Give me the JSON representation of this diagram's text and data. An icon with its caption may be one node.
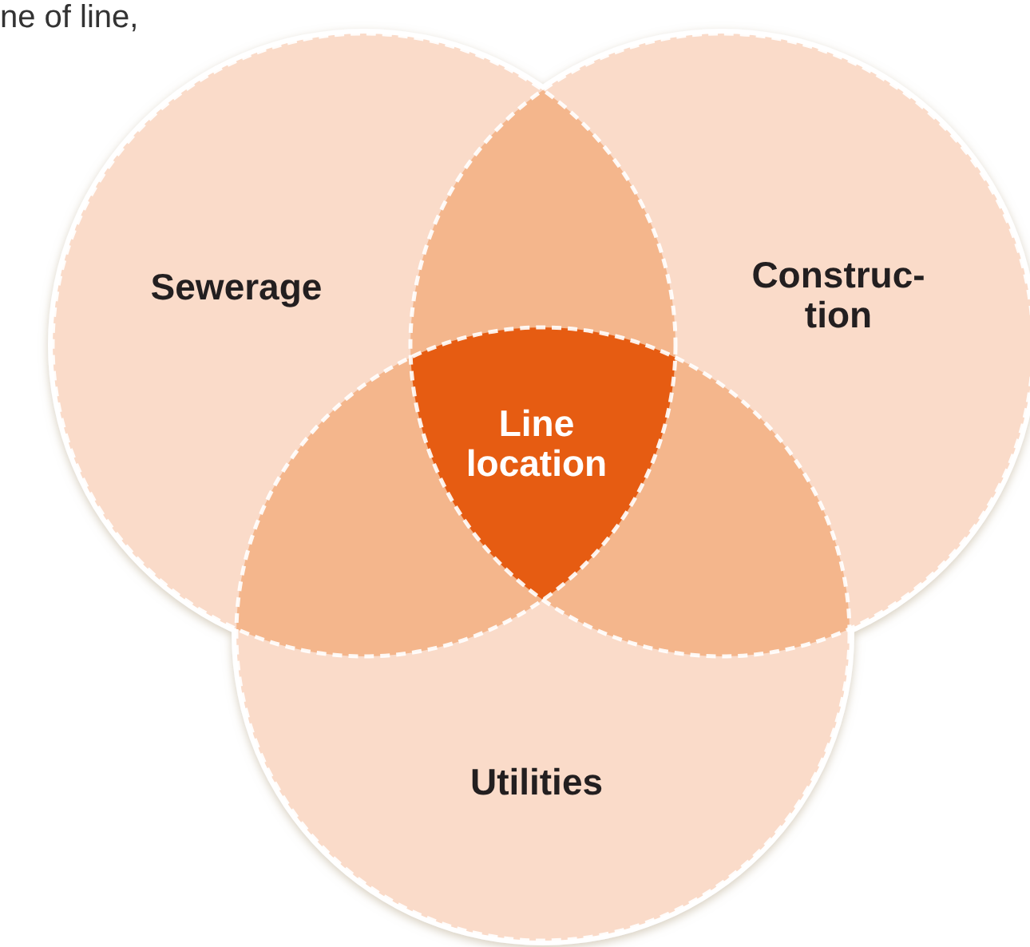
{
  "diagram": {
    "nodes": [
      {
        "text": [
          "Sewerage"
        ]
      },
      {
        "text": [
          "Construc- tion"
        ]
      },
      {
        "text": [
          "Utilities"
        ]
      },
      {
        "text": [
          "Line location"
        ]
      }
    ],
    "labels": [
      "ne of line,"
    ]
  }
}
